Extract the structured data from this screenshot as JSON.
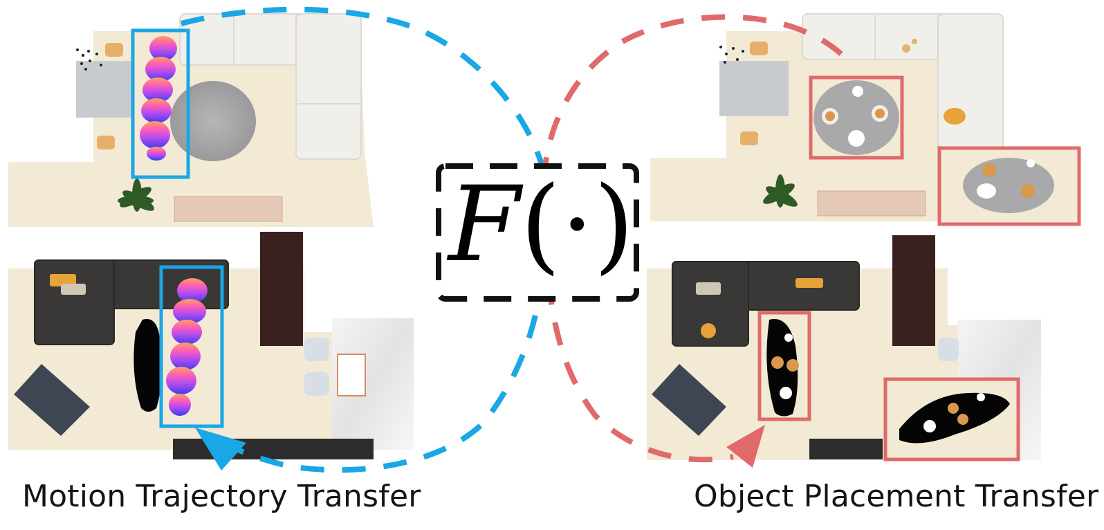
{
  "captions": {
    "left": "Motion Trajectory Transfer",
    "right": "Object Placement Transfer"
  },
  "function_label": {
    "name": "F",
    "arg": "(·)"
  },
  "colors": {
    "trajectory_blue": "#1aa7e6",
    "placement_red": "#e06a6a",
    "function_box": "#111111",
    "floor": "#f3ead5",
    "sofa_light": "#f1efe9",
    "sofa_dark": "#3a3836",
    "rug": "#a9a9ab",
    "human_gradient": [
      "#ffa25a",
      "#ff5fb4",
      "#b54cf0",
      "#6a3cf0",
      "#3b3df0"
    ]
  },
  "icons": [
    "plant-icon",
    "teapot-icon",
    "plate-icon",
    "chair-icon",
    "human-figure-icon"
  ]
}
